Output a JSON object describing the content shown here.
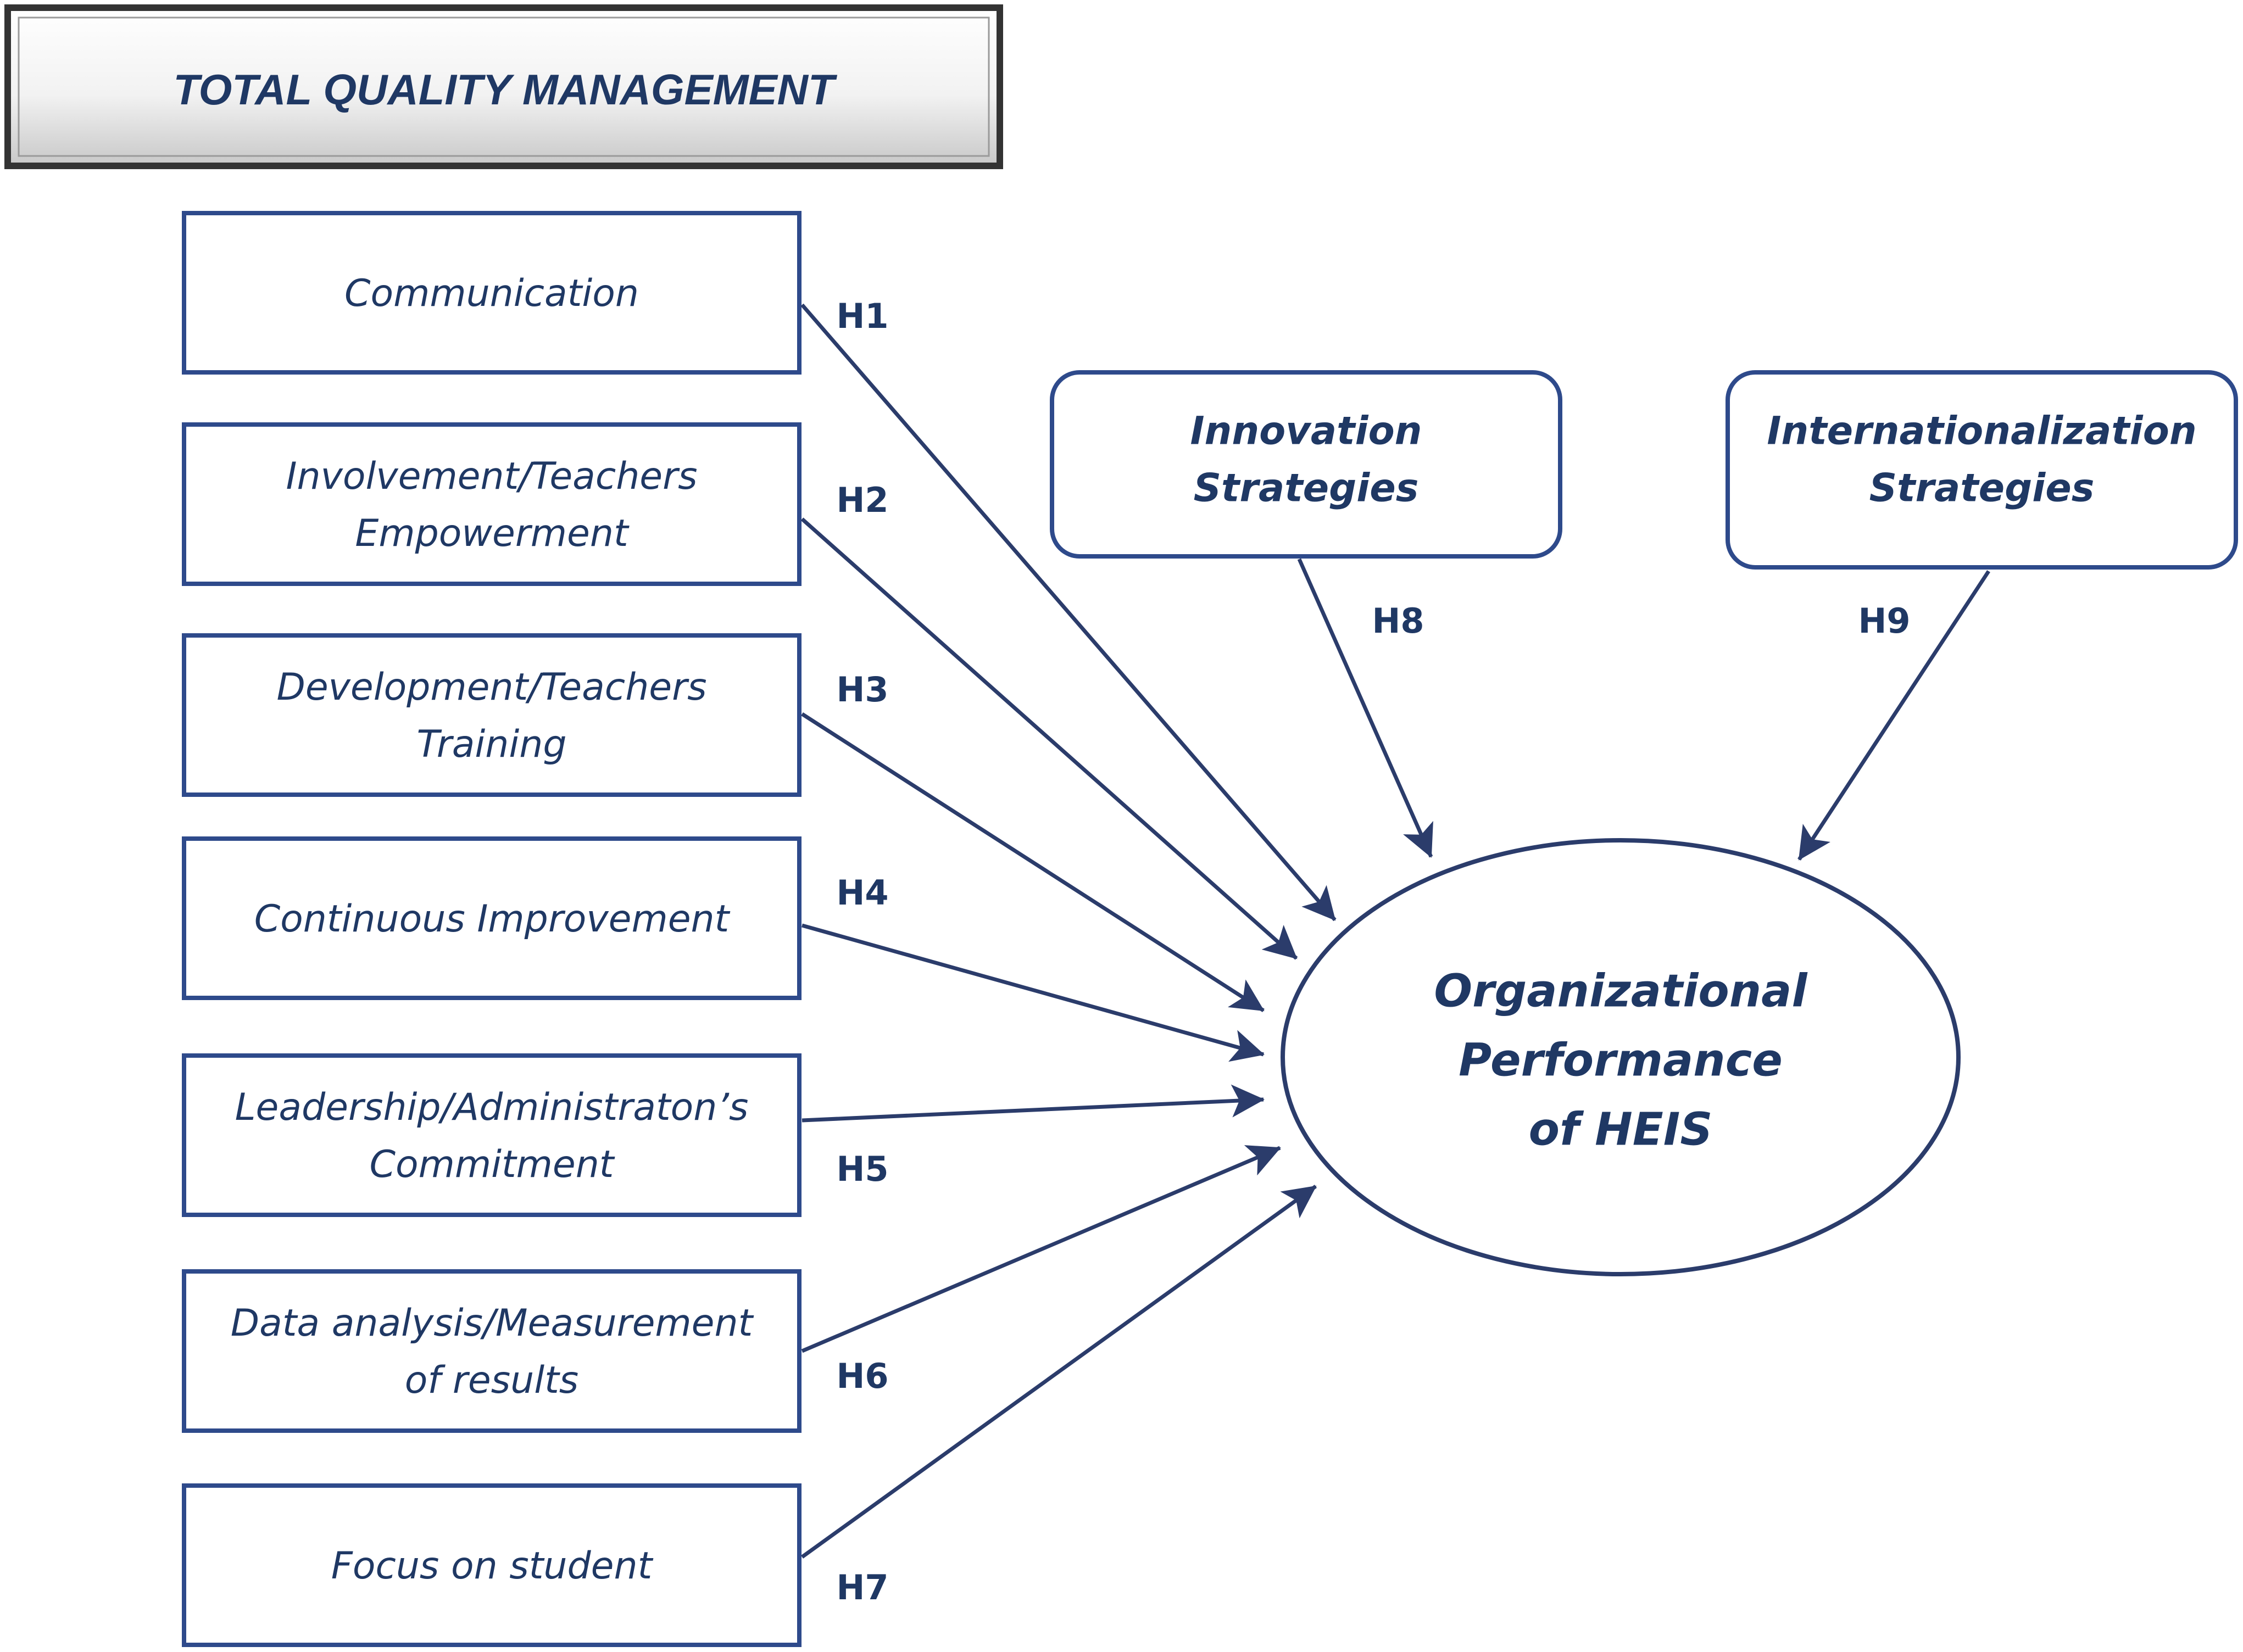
{
  "title": "TOTAL QUALITY MANAGEMENT",
  "factors": [
    {
      "lines": [
        "Communication"
      ],
      "hypothesis": "H1"
    },
    {
      "lines": [
        "Involvement/Teachers",
        "Empowerment"
      ],
      "hypothesis": "H2"
    },
    {
      "lines": [
        "Development/Teachers",
        "Training"
      ],
      "hypothesis": "H3"
    },
    {
      "lines": [
        "Continuous Improvement"
      ],
      "hypothesis": "H4"
    },
    {
      "lines": [
        "Leadership/Administraton’s",
        "Commitment"
      ],
      "hypothesis": "H5"
    },
    {
      "lines": [
        "Data analysis/Measurement",
        "of results"
      ],
      "hypothesis": "H6"
    },
    {
      "lines": [
        "Focus on student"
      ],
      "hypothesis": "H7"
    }
  ],
  "moderators": [
    {
      "lines": [
        "Innovation",
        "Strategies"
      ],
      "hypothesis": "H8"
    },
    {
      "lines": [
        "Internationalization",
        "Strategies"
      ],
      "hypothesis": "H9"
    }
  ],
  "outcome": {
    "lines": [
      "Organizational",
      "Performance",
      "of HEIS"
    ]
  },
  "colors": {
    "line": "#2b3c6b",
    "text": "#1f3864",
    "box_border": "#2e4a8b"
  }
}
